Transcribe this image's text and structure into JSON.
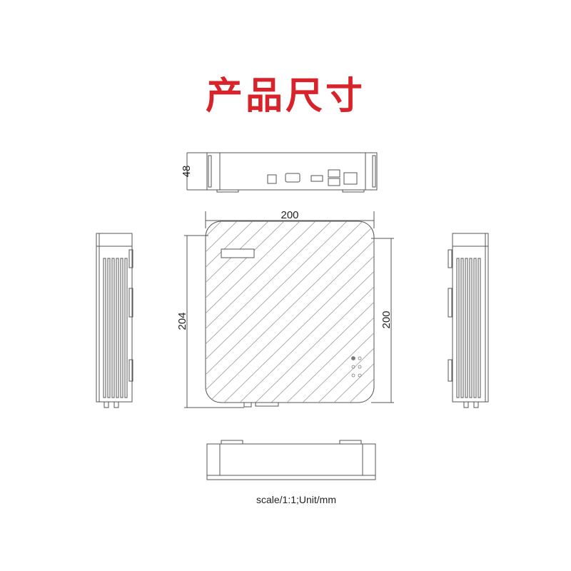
{
  "title": "产品尺寸",
  "caption": "scale/1:1;Unit/mm",
  "dimensions": {
    "height": "48",
    "width_top": "200",
    "depth_left": "204",
    "depth_right": "200"
  },
  "colors": {
    "title": "#d8232a",
    "line": "#555555",
    "hatch": "#9a9a9a"
  }
}
